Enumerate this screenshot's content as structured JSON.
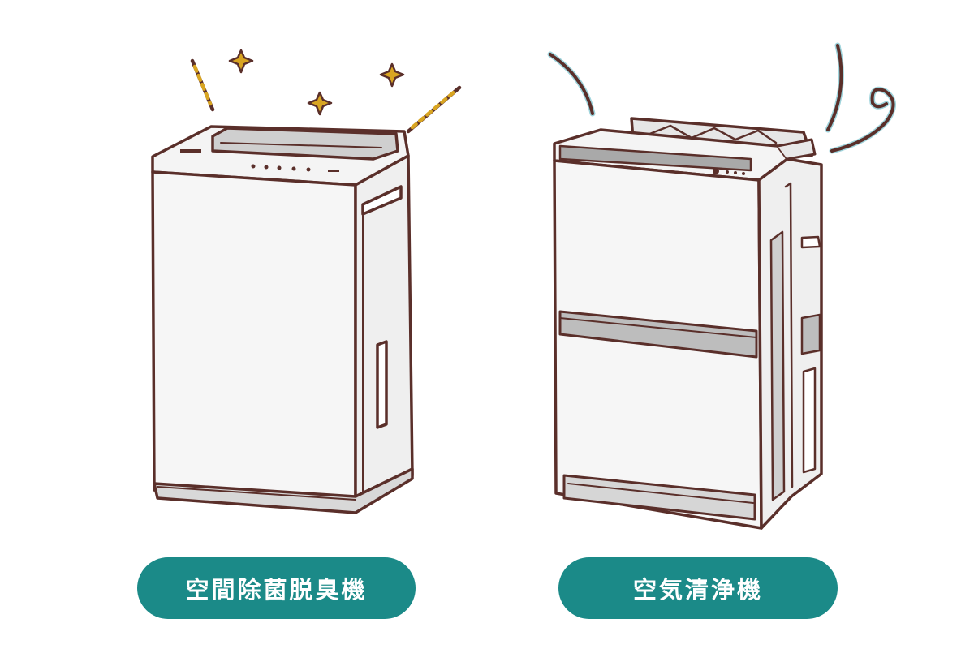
{
  "labels": {
    "left": "空間除菌脱臭機",
    "right": "空気清浄機"
  },
  "icons": {
    "left_device": "space-sterilizer-deodorizer-illustration",
    "right_device": "air-purifier-illustration",
    "sparkle": "sparkle-icon",
    "airflow": "airflow-swirl-icon"
  },
  "colors": {
    "label_bg": "#1b8a88",
    "outline": "#5a2f2a",
    "body_fill": "#f4f4f4",
    "panel_gray": "#bdbdbd",
    "sparkle": "#d9a521",
    "airflow": "#9fd4dc"
  }
}
